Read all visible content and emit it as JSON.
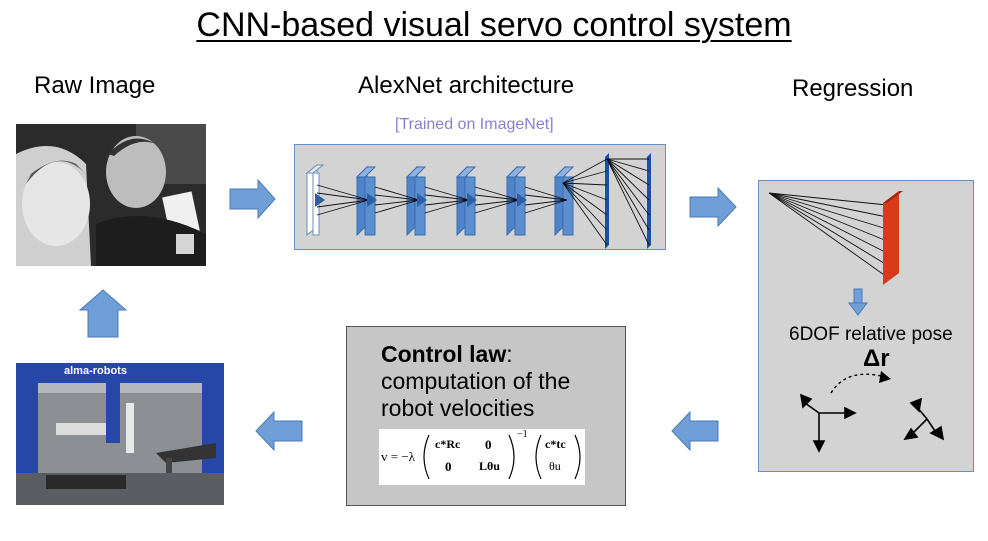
{
  "title": "CNN-based visual servo control system",
  "labels": {
    "raw_image": "Raw Image",
    "alexnet": "AlexNet architecture",
    "trained_on": "[Trained on ImageNet]",
    "regression": "Regression"
  },
  "control": {
    "heading": "Control law",
    "colon": ":",
    "line1": "computation of the",
    "line2": "robot velocities"
  },
  "formula": {
    "lhs": "v = −λ",
    "m11": "c*Rc",
    "m12": "0",
    "m21": "0",
    "m22": "Lθu",
    "exp": "−1",
    "v1": "c*tc",
    "v2": "θu"
  },
  "regression": {
    "pose_label": "6DOF relative pose",
    "delta": "Δr"
  },
  "photo_text": {
    "robot_banner": "alma-robots"
  },
  "colors": {
    "arrow_fill": "#6f9fd6",
    "layer_fill": "#5b8fd0",
    "layer_stroke": "#3a6db0",
    "fc_fill": "#1a4fa8",
    "output_fill": "#d83a1a",
    "panel_grey": "#d3d3d3",
    "control_grey": "#c6c6c6",
    "sublabel": "#8a7fcf"
  }
}
